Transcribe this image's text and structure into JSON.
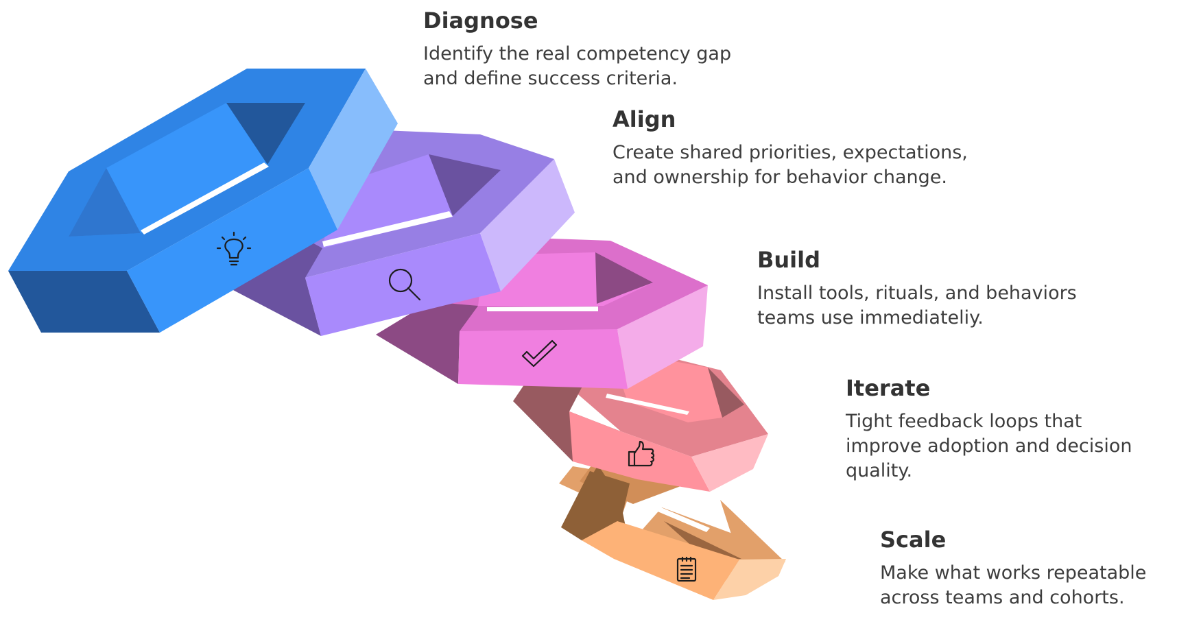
{
  "steps": [
    {
      "title": "Diagnose",
      "desc_lines": [
        "Identify the real competency gap",
        "and define success criteria."
      ],
      "icon": "lightbulb-icon"
    },
    {
      "title": "Align",
      "desc_lines": [
        "Create shared priorities, expectations,",
        "and ownership for behavior change."
      ],
      "icon": "magnifier-icon"
    },
    {
      "title": "Build",
      "desc_lines": [
        "Install tools, rituals, and behaviors",
        "teams use immediateliy."
      ],
      "icon": "checkmark-icon"
    },
    {
      "title": "Iterate",
      "desc_lines": [
        "Tight feedback loops that",
        "improve adoption and decision",
        "quality."
      ],
      "icon": "thumbs-up-icon"
    },
    {
      "title": "Scale",
      "desc_lines": [
        "Make what works repeatable",
        "across teams and cohorts."
      ],
      "icon": "checklist-icon"
    }
  ],
  "colors": {
    "blue": "#3895fa",
    "purple": "#a98afc",
    "magenta": "#f07fe0",
    "pink": "#fe929c",
    "orange": "#fdb277"
  }
}
